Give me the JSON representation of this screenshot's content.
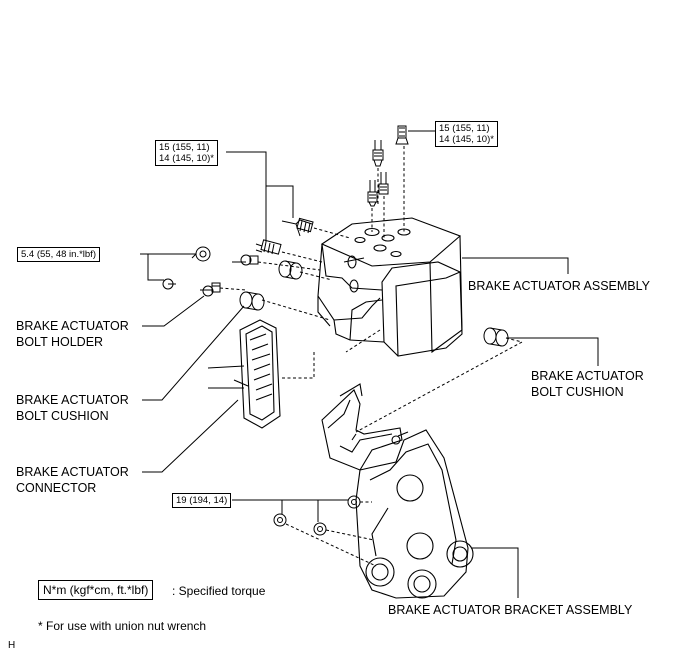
{
  "torque_specs": {
    "union_nut_top": [
      "15 (155, 11)",
      "14 (145, 10)*"
    ],
    "union_nut_left": [
      "15 (155, 11)",
      "14 (145, 10)*"
    ],
    "bolt_holder": "5.4 (55, 48 in.*lbf)",
    "bracket_nuts": "19 (194, 14)"
  },
  "labels": {
    "brake_actuator_assembly": "BRAKE ACTUATOR ASSEMBLY",
    "bolt_holder": [
      "BRAKE ACTUATOR",
      "BOLT HOLDER"
    ],
    "bolt_cushion_left": [
      "BRAKE ACTUATOR",
      "BOLT CUSHION"
    ],
    "bolt_cushion_right": [
      "BRAKE ACTUATOR",
      "BOLT CUSHION"
    ],
    "connector": [
      "BRAKE ACTUATOR",
      "CONNECTOR"
    ],
    "bracket_assembly": "BRAKE ACTUATOR BRACKET ASSEMBLY"
  },
  "legend": {
    "unit": "N*m (kgf*cm, ft.*lbf)",
    "description": ": Specified torque"
  },
  "footnote": "* For use with union nut wrench",
  "figure_code": "H"
}
